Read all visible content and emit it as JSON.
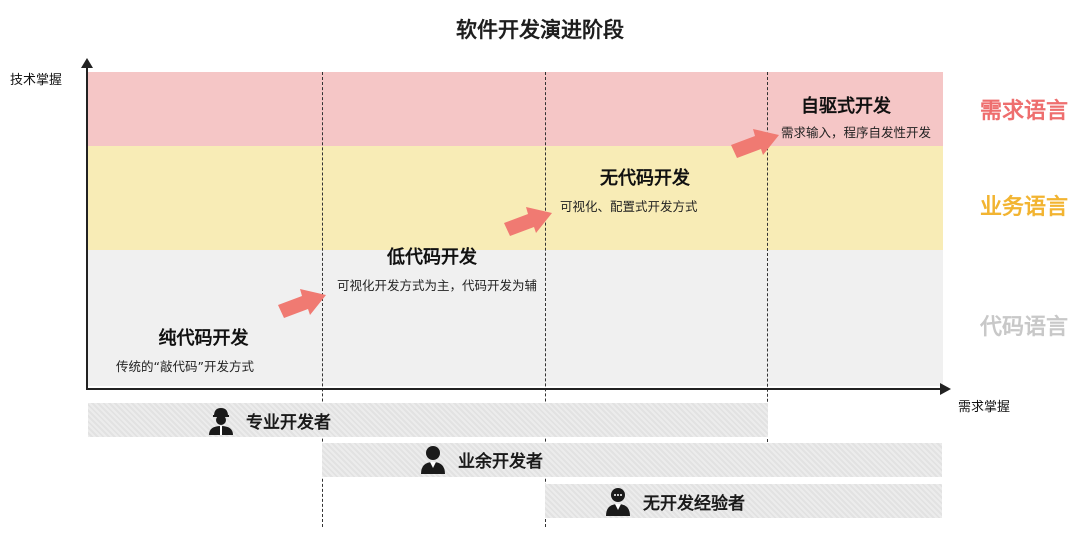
{
  "title": "软件开发演进阶段",
  "axes": {
    "y_label": "技术掌握",
    "x_label": "需求掌握"
  },
  "languages": [
    {
      "label": "需求语言",
      "color": "#ee6e6e"
    },
    {
      "label": "业务语言",
      "color": "#f2b431"
    },
    {
      "label": "代码语言",
      "color": "#c8c8c8"
    }
  ],
  "stages": [
    {
      "title": "纯代码开发",
      "desc": "传统的“敲代码”开发方式"
    },
    {
      "title": "低代码开发",
      "desc": "可视化开发方式为主，代码开发为辅"
    },
    {
      "title": "无代码开发",
      "desc": "可视化、配置式开发方式"
    },
    {
      "title": "自驱式开发",
      "desc": "需求输入，程序自发性开发"
    }
  ],
  "developers": [
    {
      "label": "专业开发者",
      "icon": "developer-icon"
    },
    {
      "label": "业余开发者",
      "icon": "person-icon"
    },
    {
      "label": "无开发经验者",
      "icon": "person-chat-icon"
    }
  ],
  "colors": {
    "arrow": "#f07a72",
    "band_red": "#f5c6c6",
    "band_yellow": "#f8ecb6",
    "band_gray": "#f0f0f0"
  }
}
